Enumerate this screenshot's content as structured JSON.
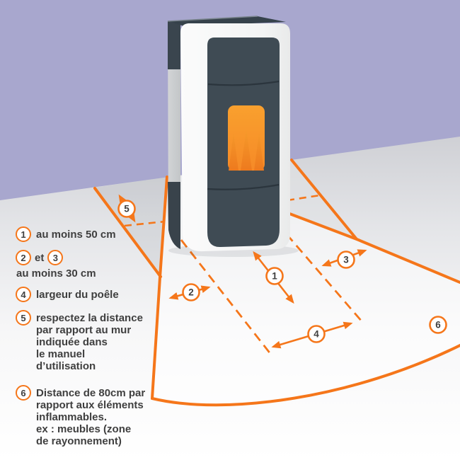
{
  "colors": {
    "accent_orange": "#F5761A",
    "wall_lavender": "#A8A7CE",
    "stove_dark": "#3F4B54",
    "stove_seam": "#2B353D",
    "stove_side_gray": "#C9CCCE",
    "stove_front_white": "#F4F5F5",
    "window_orange": "#F9A02E",
    "flame_orange": "#EE7A1E",
    "text_dark": "#3F3F3F"
  },
  "markers": {
    "m1": "1",
    "m2": "2",
    "m3": "3",
    "m4": "4",
    "m5": "5",
    "m6": "6"
  },
  "legend": {
    "item1": {
      "num": "1",
      "text": "au moins 50 cm"
    },
    "item23": {
      "num_a": "2",
      "connector": "et",
      "num_b": "3",
      "text": "au moins 30 cm"
    },
    "item4": {
      "num": "4",
      "text": "largeur du poêle"
    },
    "item5": {
      "num": "5",
      "text": "respectez la distance\npar rapport au mur\nindiquée dans\nle manuel\nd’utilisation"
    },
    "item6": {
      "num": "6",
      "text": "Distance de 80cm par\nrapport aux éléments\ninflammables.\nex : meubles (zone\nde rayonnement)"
    }
  }
}
